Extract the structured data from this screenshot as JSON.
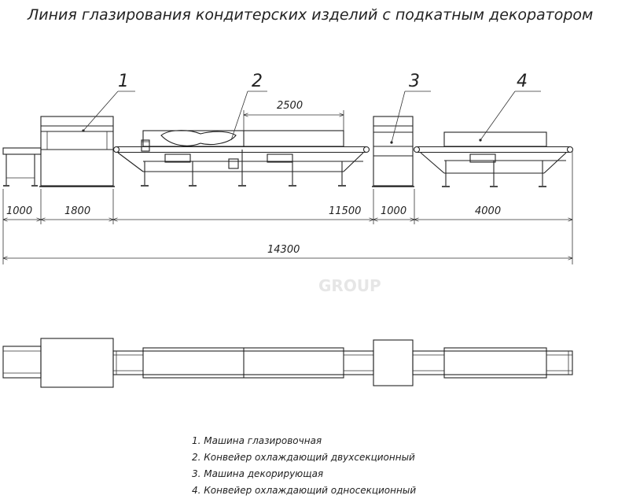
{
  "title": "Линия глазирования кондитерских изделий с подкатным декоратором",
  "callouts": [
    "1",
    "2",
    "3",
    "4"
  ],
  "dimensions": {
    "d1000a": "1000",
    "d1800": "1800",
    "d11500": "11500",
    "d1000b": "1000",
    "d4000": "4000",
    "d2500": "2500",
    "d14300": "14300"
  },
  "watermark": "GROUP",
  "legend": [
    "1. Машина глазировочная",
    "2. Конвейер охлаждающий двухсекционный",
    "3. Машина декорирующая",
    "4. Конвейер охлаждающий односекционный"
  ]
}
